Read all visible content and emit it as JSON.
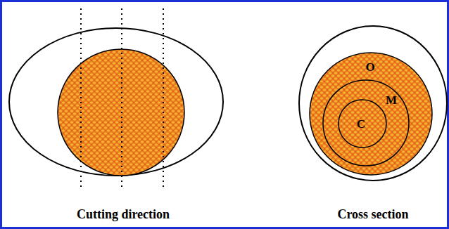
{
  "diagram": {
    "nodes": [
      {
        "text": [
          "O"
        ]
      },
      {
        "text": [
          "M"
        ],
        "in": 0
      },
      {
        "text": [
          "C"
        ],
        "in": 1
      }
    ],
    "labels": [
      "Cutting direction",
      "Cross section"
    ]
  }
}
